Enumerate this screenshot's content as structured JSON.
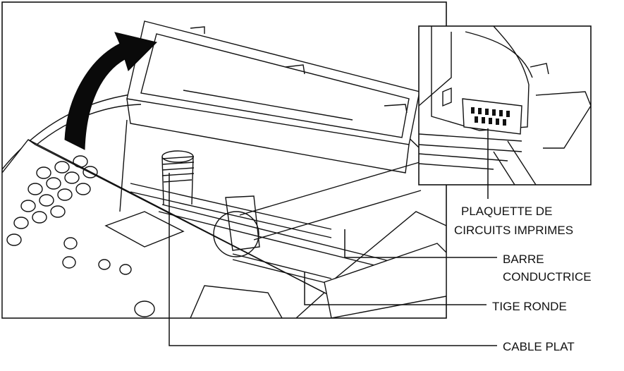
{
  "callouts": {
    "circuit_board": {
      "line1": "PLAQUETTE DE",
      "line2": "CIRCUITS IMPRIMES"
    },
    "guide_bar": {
      "line1": "BARRE",
      "line2": "CONDUCTRICE"
    },
    "round_rod": {
      "line1": "TIGE RONDE"
    },
    "flat_cable": {
      "line1": "CABLE PLAT"
    }
  },
  "colors": {
    "ink": "#111111",
    "paper": "#ffffff",
    "shade": "#d8d8d8",
    "arrow": "#0a0a0a"
  }
}
